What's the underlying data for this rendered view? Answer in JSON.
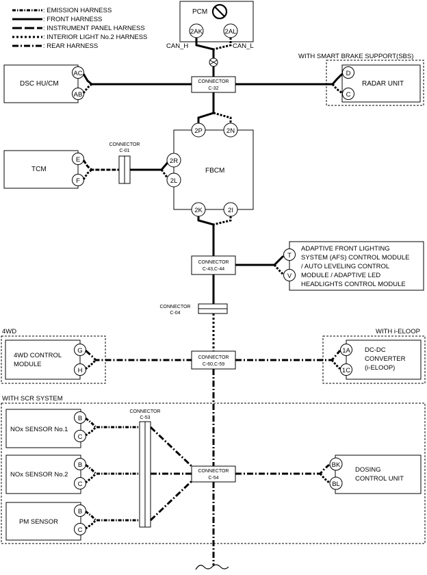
{
  "legend": [
    {
      "key": "emission",
      "label": ": EMISSION HARNESS"
    },
    {
      "key": "front",
      "label": ": FRONT HARNESS"
    },
    {
      "key": "instrument",
      "label": ": INSTRUMENT PANEL HARNESS"
    },
    {
      "key": "interior",
      "label": ": INTERIOR LIGHT No.2 HARNESS"
    },
    {
      "key": "rear",
      "label": ": REAR HARNESS"
    }
  ],
  "pcm": {
    "name": "PCM",
    "pin_left": "2AK",
    "pin_right": "2AL",
    "can_h": "CAN_H",
    "can_l": "CAN_L"
  },
  "dsc": {
    "name": "DSC HU/CM",
    "pin_top": "AC",
    "pin_bottom": "AB"
  },
  "sbs": {
    "group": "WITH SMART BRAKE SUPPORT(SBS)",
    "name": "RADAR UNIT",
    "pin_top": "D",
    "pin_bottom": "C"
  },
  "c32": {
    "title": "CONNECTOR",
    "id": "C-32"
  },
  "tcm": {
    "name": "TCM",
    "pin_top": "E",
    "pin_bottom": "F"
  },
  "c01": {
    "title": "CONNECTOR",
    "id": "C-01"
  },
  "fbcm": {
    "name": "FBCM",
    "pins": {
      "p2p": "2P",
      "p2n": "2N",
      "p2r": "2R",
      "p2l": "2L",
      "p2k": "2K",
      "p2i": "2I"
    }
  },
  "c43": {
    "title": "CONNECTOR",
    "id": "C-43,C-44"
  },
  "afs": {
    "lines": [
      "ADAPTIVE FRONT LIGHTING",
      "SYSTEM (AFS) CONTROL MODULE",
      "/ AUTO LEVELING CONTROL",
      "MODULE / ADAPTIVE LED",
      "HEADLIGHTS CONTROL MODULE"
    ],
    "pin_top": "T",
    "pin_bottom": "V"
  },
  "c04": {
    "title": "CONNECTOR",
    "id": "C-04"
  },
  "fwd": {
    "group": "4WD",
    "lines": [
      "4WD CONTROL",
      "MODULE"
    ],
    "pin_top": "G",
    "pin_bottom": "H"
  },
  "c60": {
    "title": "CONNECTOR",
    "id": "C-60,C-59"
  },
  "eloop": {
    "group": "WITH i-ELOOP",
    "lines": [
      "DC-DC",
      "CONVERTER",
      "(i-ELOOP)"
    ],
    "pin_top": "1A",
    "pin_bottom": "1C"
  },
  "scr": {
    "group": "WITH SCR SYSTEM",
    "nox1": {
      "name": "NOx SENSOR No.1",
      "pin_top": "B",
      "pin_bottom": "C"
    },
    "nox2": {
      "name": "NOx SENSOR No.2",
      "pin_top": "B",
      "pin_bottom": "C"
    },
    "pm": {
      "name": "PM SENSOR",
      "pin_top": "B",
      "pin_bottom": "C"
    },
    "c53": {
      "title": "CONNECTOR",
      "id": "C-53"
    },
    "c54": {
      "title": "CONNECTOR",
      "id": "C-54"
    },
    "dosing": {
      "lines": [
        "DOSING",
        "CONTROL UNIT"
      ],
      "pin_top": "BK",
      "pin_bottom": "BL"
    }
  }
}
